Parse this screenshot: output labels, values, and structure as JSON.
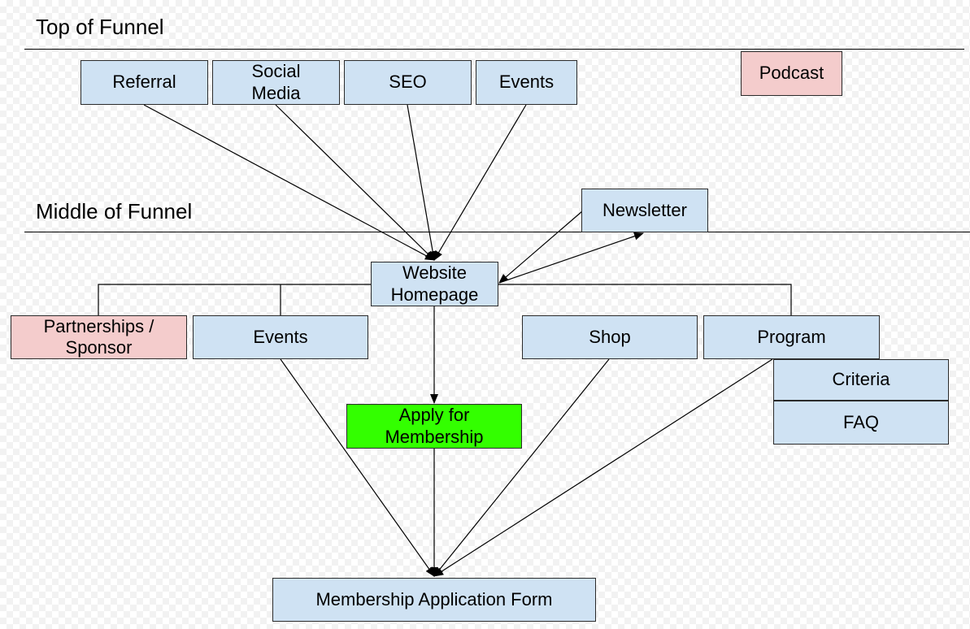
{
  "sections": {
    "top": "Top of Funnel",
    "middle": "Middle of Funnel"
  },
  "nodes": {
    "referral": "Referral",
    "social_media": "Social Media",
    "seo": "SEO",
    "events_top": "Events",
    "podcast": "Podcast",
    "newsletter": "Newsletter",
    "website_homepage": "Website Homepage",
    "partnerships_sponsor": "Partnerships / Sponsor",
    "events_mid": "Events",
    "shop": "Shop",
    "program": "Program",
    "criteria": "Criteria",
    "faq": "FAQ",
    "apply_for_membership": "Apply for Membership",
    "membership_application_form": "Membership Application Form"
  },
  "colors": {
    "default_node": "#cfe2f3",
    "highlight_node": "#f4cccc",
    "call_to_action": "#33ff00",
    "line": "#000000"
  }
}
